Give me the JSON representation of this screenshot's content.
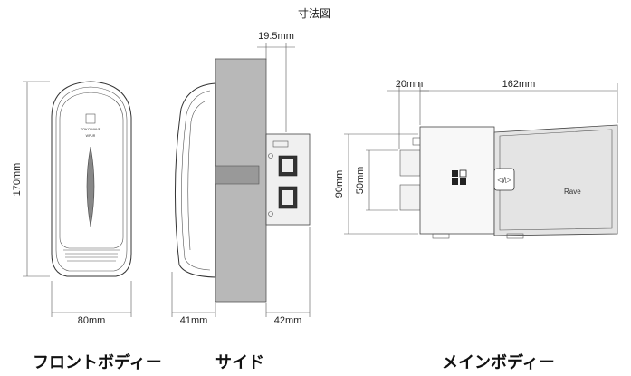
{
  "title": "寸法図",
  "dimensions": {
    "front_width": "80mm",
    "front_height": "170mm",
    "side_depth_top": "19.5mm",
    "side_depth_left": "41mm",
    "side_depth_right": "42mm",
    "main_width_small": "20mm",
    "main_width_large": "162mm",
    "main_height_outer": "90mm",
    "main_height_inner": "50mm"
  },
  "captions": {
    "front": "フロントボディー",
    "side": "サイド",
    "main": "メインボディー"
  },
  "markings": {
    "brand_small": "TOKOWAVE",
    "model_small": "WPUR",
    "main_logo": "Rave",
    "button_symbol": "◁/▷"
  }
}
